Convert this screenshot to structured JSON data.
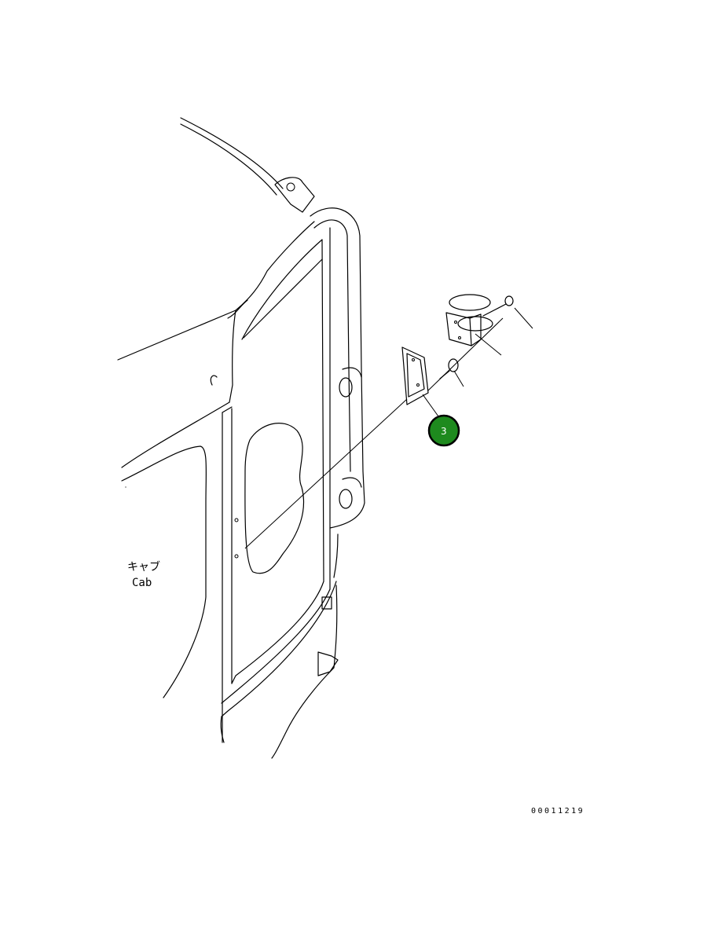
{
  "diagram": {
    "cab_label_jp": "キャブ",
    "cab_label_en": "Cab",
    "callout_number": "3",
    "callout_color": "#1e8a1e",
    "callout_border": "#000000",
    "document_number": "00011219"
  }
}
